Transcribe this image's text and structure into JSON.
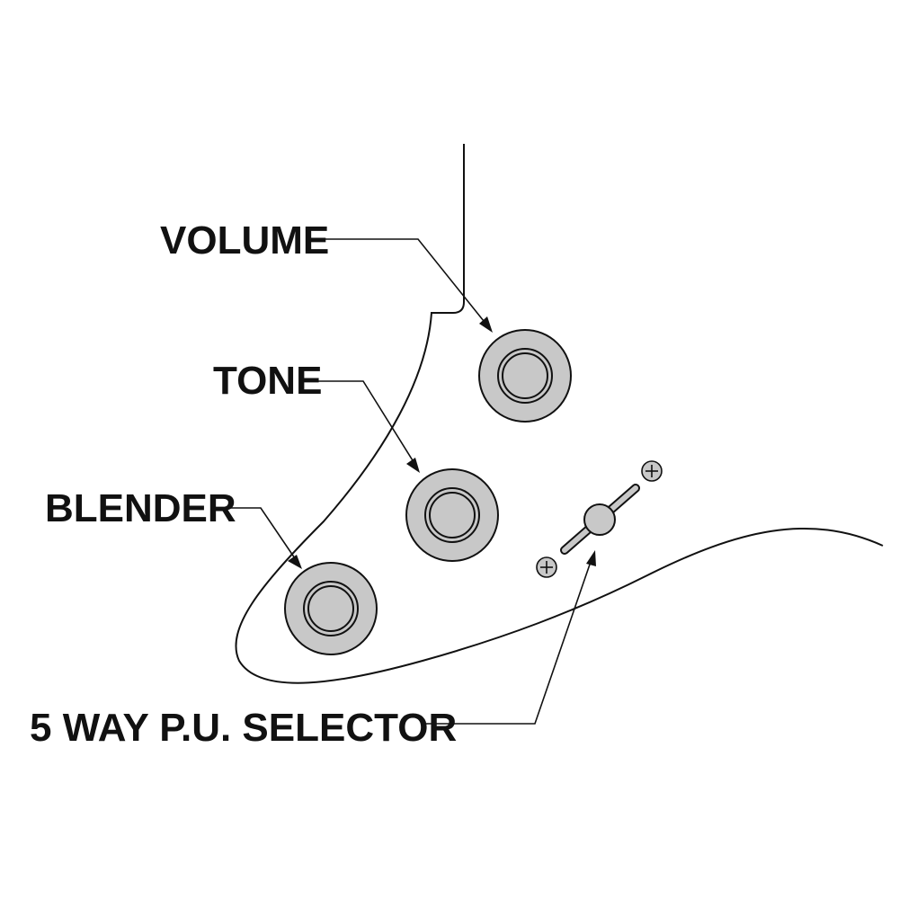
{
  "labels": {
    "volume": "VOLUME",
    "tone": "TONE",
    "blender": "BLENDER",
    "selector": "5 WAY P.U. SELECTOR"
  },
  "colors": {
    "line": "#111111",
    "control_fill": "#c8c8c8",
    "background": "#ffffff"
  }
}
